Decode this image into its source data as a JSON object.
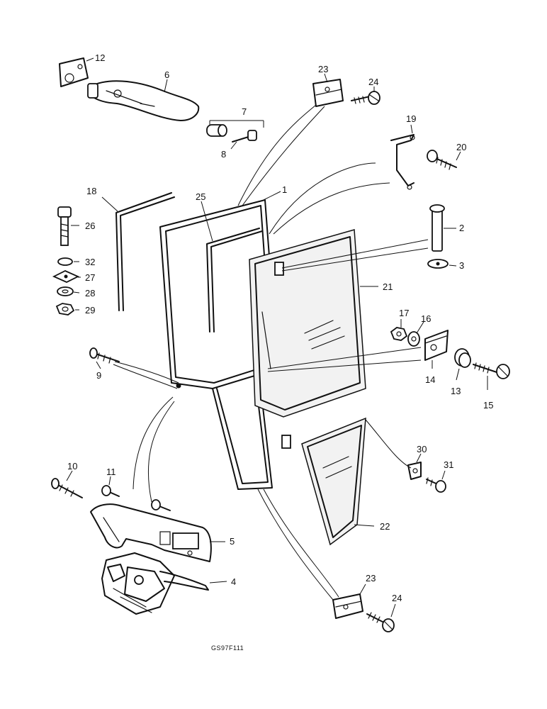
{
  "drawing_code": "GS97F111",
  "callouts": [
    {
      "id": "1",
      "label": "1"
    },
    {
      "id": "2",
      "label": "2"
    },
    {
      "id": "3",
      "label": "3"
    },
    {
      "id": "4",
      "label": "4"
    },
    {
      "id": "5",
      "label": "5"
    },
    {
      "id": "6",
      "label": "6"
    },
    {
      "id": "7",
      "label": "7"
    },
    {
      "id": "8",
      "label": "8"
    },
    {
      "id": "9",
      "label": "9"
    },
    {
      "id": "10",
      "label": "10"
    },
    {
      "id": "11",
      "label": "11"
    },
    {
      "id": "12",
      "label": "12"
    },
    {
      "id": "13",
      "label": "13"
    },
    {
      "id": "14",
      "label": "14"
    },
    {
      "id": "15",
      "label": "15"
    },
    {
      "id": "16",
      "label": "16"
    },
    {
      "id": "17",
      "label": "17"
    },
    {
      "id": "18",
      "label": "18"
    },
    {
      "id": "19",
      "label": "19"
    },
    {
      "id": "20",
      "label": "20"
    },
    {
      "id": "21",
      "label": "21"
    },
    {
      "id": "22",
      "label": "22"
    },
    {
      "id": "23a",
      "label": "23"
    },
    {
      "id": "23b",
      "label": "23"
    },
    {
      "id": "24a",
      "label": "24"
    },
    {
      "id": "24b",
      "label": "24"
    },
    {
      "id": "25",
      "label": "25"
    },
    {
      "id": "26",
      "label": "26"
    },
    {
      "id": "27",
      "label": "27"
    },
    {
      "id": "28",
      "label": "28"
    },
    {
      "id": "29",
      "label": "29"
    },
    {
      "id": "30",
      "label": "30"
    },
    {
      "id": "31",
      "label": "31"
    },
    {
      "id": "32",
      "label": "32"
    }
  ]
}
